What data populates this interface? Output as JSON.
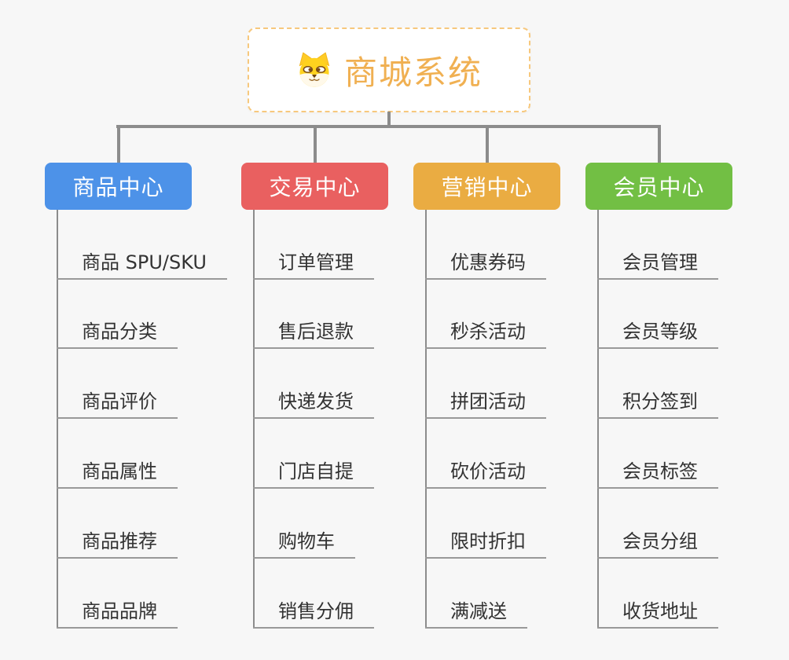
{
  "root": {
    "title": "商城系统",
    "icon": "doge-icon"
  },
  "colors": {
    "background": "#F7F7F7",
    "connector": "#8C8C8C",
    "underline": "#999999",
    "item_text": "#333333",
    "root_border": "#F7C87D",
    "root_title": "#F0B052"
  },
  "branches": [
    {
      "label": "商品中心",
      "color": "#4D92E8",
      "items": [
        "商品 SPU/SKU",
        "商品分类",
        "商品评价",
        "商品属性",
        "商品推荐",
        "商品品牌"
      ]
    },
    {
      "label": "交易中心",
      "color": "#E96060",
      "items": [
        "订单管理",
        "售后退款",
        "快递发货",
        "门店自提",
        "购物车",
        "销售分佣"
      ]
    },
    {
      "label": "营销中心",
      "color": "#EAAC42",
      "items": [
        "优惠券码",
        "秒杀活动",
        "拼团活动",
        "砍价活动",
        "限时折扣",
        "满减送"
      ]
    },
    {
      "label": "会员中心",
      "color": "#72BF44",
      "items": [
        "会员管理",
        "会员等级",
        "积分签到",
        "会员标签",
        "会员分组",
        "收货地址"
      ]
    }
  ]
}
